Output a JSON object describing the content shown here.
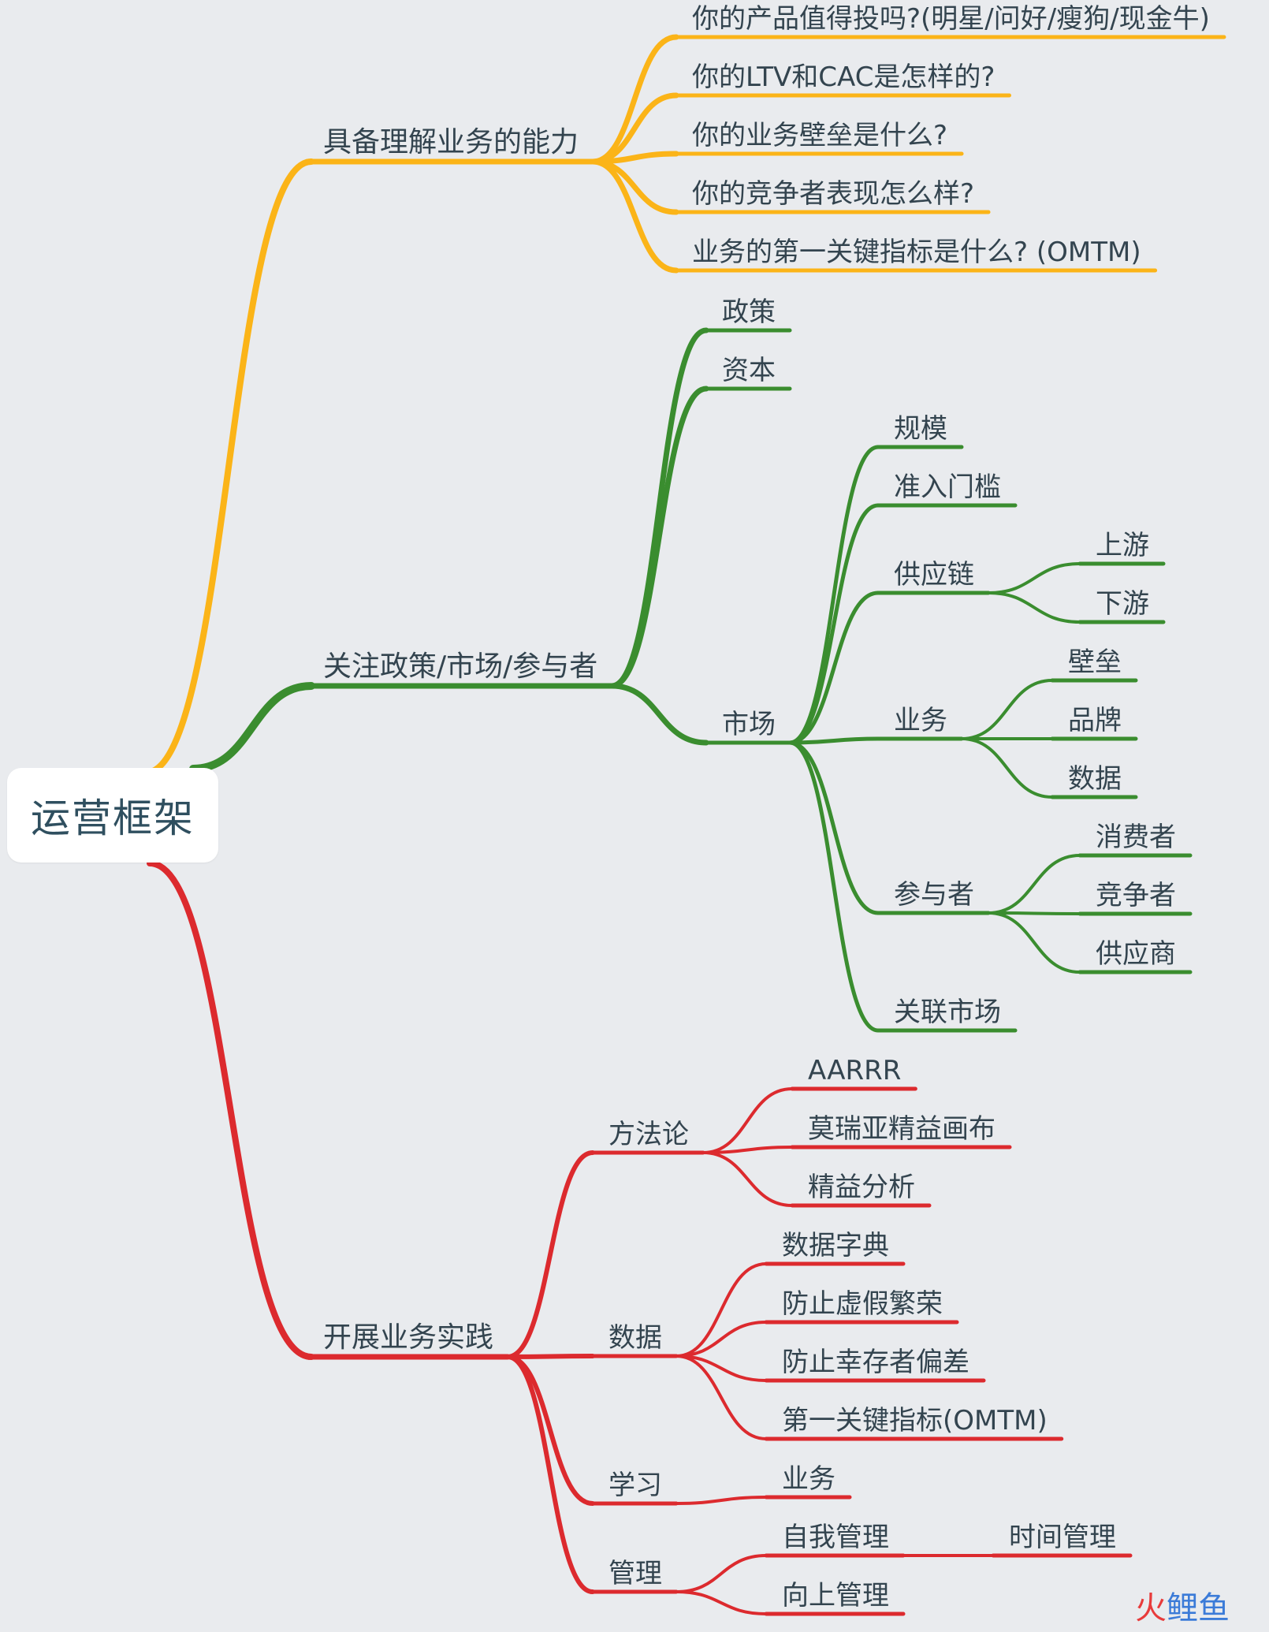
{
  "colors": {
    "background": "#e9ebee",
    "root_fill": "#ffffff",
    "root_text": "#2f4f5f",
    "label_text": "#33444f",
    "branch_orange": "#fbb418",
    "branch_green": "#3a8d2f",
    "branch_red": "#dc2a2e"
  },
  "root": {
    "label": "运营框架"
  },
  "branches": {
    "understand": {
      "label": "具备理解业务的能力",
      "items": [
        "你的产品值得投吗?(明星/问好/瘦狗/现金牛)",
        "你的LTV和CAC是怎样的?",
        "你的业务壁垒是什么?",
        "你的竞争者表现怎么样?",
        "业务的第一关键指标是什么? (OMTM)"
      ]
    },
    "focus": {
      "label": "关注政策/市场/参与者",
      "policy": "政策",
      "capital": "资本",
      "market": {
        "label": "市场",
        "scale": "规模",
        "barrier": "准入门槛",
        "supply_chain": {
          "label": "供应链",
          "items": [
            "上游",
            "下游"
          ]
        },
        "business": {
          "label": "业务",
          "items": [
            "壁垒",
            "品牌",
            "数据"
          ]
        },
        "participants": {
          "label": "参与者",
          "items": [
            "消费者",
            "竞争者",
            "供应商"
          ]
        },
        "related": "关联市场"
      }
    },
    "practice": {
      "label": "开展业务实践",
      "methodology": {
        "label": "方法论",
        "items": [
          "AARRR",
          "莫瑞亚精益画布",
          "精益分析"
        ]
      },
      "data": {
        "label": "数据",
        "items": [
          "数据字典",
          "防止虚假繁荣",
          "防止幸存者偏差",
          "第一关键指标(OMTM)"
        ]
      },
      "learning": {
        "label": "学习",
        "items": [
          "业务"
        ]
      },
      "management": {
        "label": "管理",
        "self": {
          "label": "自我管理",
          "items": [
            "时间管理"
          ]
        },
        "upward": "向上管理"
      }
    }
  },
  "watermark": {
    "part1": "火",
    "part2": "鲤鱼"
  }
}
